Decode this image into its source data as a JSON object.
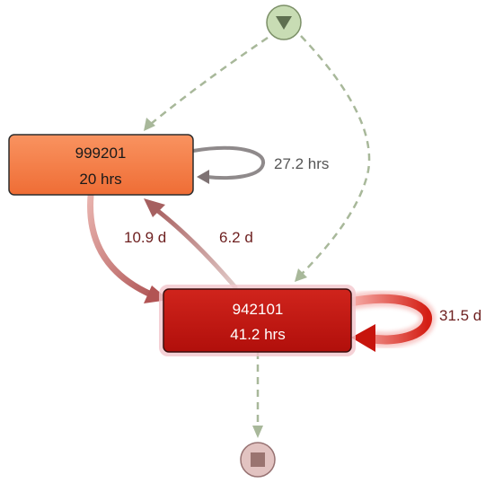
{
  "nodes": {
    "activity_1": {
      "id": "999201",
      "duration": "20 hrs",
      "fill": "#f47a45"
    },
    "activity_2": {
      "id": "942101",
      "duration": "41.2 hrs",
      "fill": "#c3150f"
    }
  },
  "edges": {
    "self_loop_1": "27.2 hrs",
    "a1_to_a2": "10.9 d",
    "a2_to_a1": "6.2 d",
    "self_loop_2": "31.5 d"
  },
  "colors": {
    "start_fill": "#c8dcb4",
    "end_fill": "#e2c3c1",
    "dashed_edge": "#a8b89a",
    "gray_label": "#555555",
    "dark_red_label": "#6d1f1f"
  }
}
